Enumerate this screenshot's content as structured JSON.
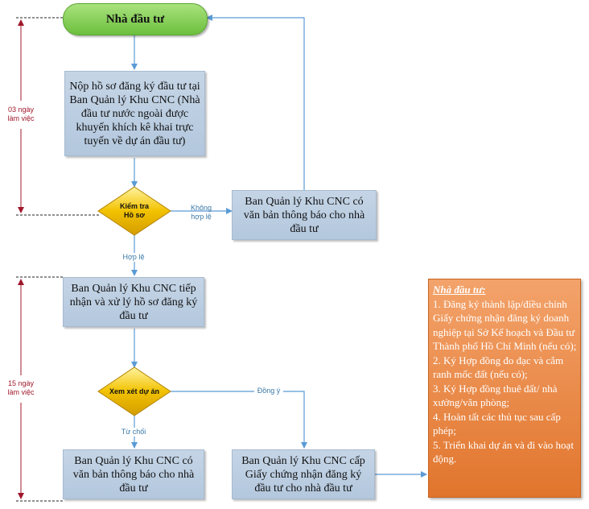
{
  "start": {
    "label": "Nhà đầu tư"
  },
  "steps": {
    "submit": "Nộp hồ sơ đăng ký đầu tư tại Ban Quản lý Khu CNC (Nhà đầu tư nước ngoài được khuyến khích kê khai trực tuyến về dự án đầu tư)",
    "notify_invalid": "Ban Quản lý Khu CNC có văn bản thông báo cho nhà đầu tư",
    "receive": "Ban Quản lý Khu CNC tiếp nhận và xử lý hồ sơ đăng ký đầu tư",
    "notify_reject": "Ban Quản lý Khu CNC có văn bản thông báo cho nhà đầu tư",
    "certificate": "Ban Quản lý Khu CNC cấp Giấy chứng nhận đăng ký đầu tư cho nhà đầu tư"
  },
  "decisions": {
    "check_line1": "Kiểm tra",
    "check_line2": "Hồ sơ",
    "review": "Xem xét dự án"
  },
  "edge_labels": {
    "invalid_line1": "Không",
    "invalid_line2": "hợp lệ",
    "valid": "Hợp lệ",
    "agree": "Đồng ý",
    "reject": "Từ chối"
  },
  "timelines": {
    "first_line1": "03 ngày",
    "first_line2": "làm việc",
    "second_line1": "15 ngày",
    "second_line2": "làm việc"
  },
  "investor_tasks": {
    "title": "Nhà đầu tư:",
    "items": [
      "1. Đăng ký thành lập/điều chỉnh Giấy chứng nhận đăng ký doanh nghiệp tại Sở Kế hoạch và Đầu tư Thành phố Hồ Chí Minh (nếu có);",
      "2. Ký Hợp đồng đo đạc và cắm ranh mốc đất (nếu có);",
      "3. Ký Hợp đồng thuê đất/ nhà xưởng/văn phòng;",
      "4. Hoàn tất các thủ tục sau cấp phép;",
      "5. Triển khai dự án và đi vào hoạt động."
    ]
  },
  "colors": {
    "flow_line": "#5b9bd5",
    "box_fill": "#b8cce4",
    "start_fill": "#7dc94b",
    "decision_fill": "#f2c200",
    "side_fill": "#e87d3a",
    "timeline": "#a0182c"
  }
}
